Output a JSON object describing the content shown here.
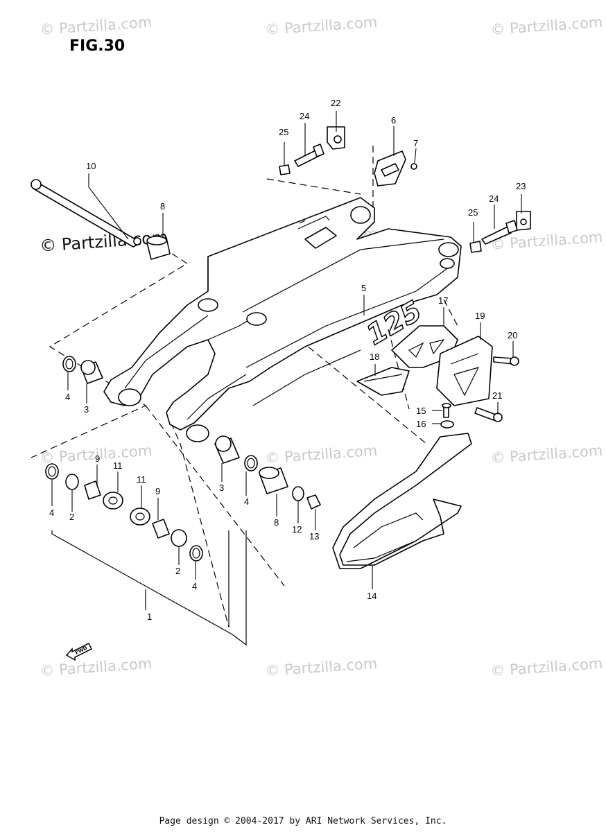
{
  "figure": {
    "title": "FIG.30"
  },
  "watermark": {
    "text": "© Partzilla.com"
  },
  "fwd_label": "FWD",
  "swingarm_decal": "125",
  "callouts": [
    "1",
    "2",
    "2",
    "3",
    "3",
    "4",
    "4",
    "4",
    "4",
    "5",
    "6",
    "7",
    "8",
    "8",
    "9",
    "9",
    "10",
    "11",
    "11",
    "12",
    "13",
    "14",
    "15",
    "16",
    "17",
    "18",
    "19",
    "20",
    "21",
    "22",
    "23",
    "24",
    "24",
    "25",
    "25"
  ],
  "footer": {
    "text": "Page design © 2004-2017 by ARI Network Services, Inc."
  }
}
